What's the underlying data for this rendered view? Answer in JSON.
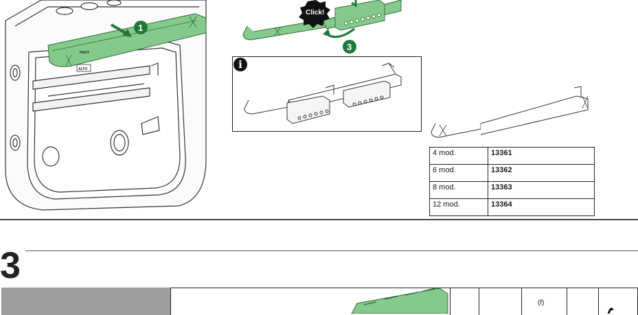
{
  "callouts": {
    "click": "Click!",
    "step1": "1",
    "step3": "3"
  },
  "box_labels": {
    "haut": "HAUT",
    "alto": "ALTO"
  },
  "info_icon": "info-icon",
  "reference_table": [
    {
      "mod": "4 mod.",
      "code": "13361"
    },
    {
      "mod": "6 mod.",
      "code": "13362"
    },
    {
      "mod": "8 mod.",
      "code": "13363"
    },
    {
      "mod": "12 mod.",
      "code": "13364"
    }
  ],
  "section": {
    "number": "3"
  },
  "bottom_table": {
    "cell_f": "(f)"
  },
  "colors": {
    "accent_green": "#86c98c",
    "green_dark": "#1f7a3a",
    "line": "#222222",
    "grey_cell": "#9e9e9e"
  }
}
